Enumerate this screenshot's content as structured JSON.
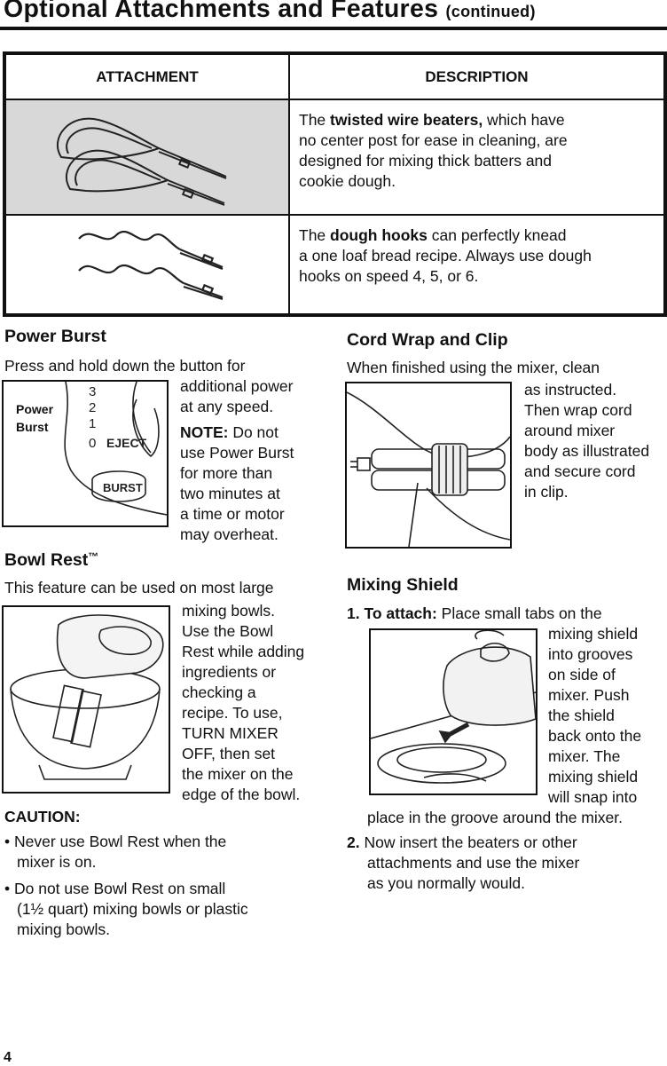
{
  "header": {
    "title": "Optional Attachments and Features",
    "continued": "(continued)"
  },
  "table": {
    "col_attachment": "ATTACHMENT",
    "col_description": "DESCRIPTION",
    "rows": [
      {
        "pre": "The ",
        "bold": "twisted wire beaters,",
        "post": " which have",
        "lines": [
          "no center post for ease in cleaning, are",
          "designed for mixing thick batters and",
          "cookie dough."
        ]
      },
      {
        "pre": "The ",
        "bold": "dough hooks",
        "post": " can perfectly knead",
        "lines": [
          "a one loaf bread recipe. Always use dough",
          "hooks on speed 4, 5, or 6."
        ]
      }
    ]
  },
  "power_burst": {
    "heading": "Power Burst",
    "intro": "Press and hold down the button for",
    "lines": [
      "additional power",
      "at any speed."
    ],
    "note_label": "NOTE:",
    "note_first": " Do not",
    "note_lines": [
      "use Power Burst",
      "for more than",
      "two minutes at",
      "a time or motor",
      "may overheat."
    ],
    "figure": {
      "label1": "Power",
      "label2": "Burst",
      "speeds": [
        "3",
        "2",
        "1",
        "0"
      ],
      "eject": "EJECT",
      "burst": "BURST"
    }
  },
  "bowl_rest": {
    "heading": "Bowl Rest",
    "tm": "™",
    "intro": "This feature can be used on most large",
    "lines": [
      "mixing bowls.",
      "Use the Bowl",
      "Rest while adding",
      "ingredients or",
      "checking a",
      "recipe. To use,",
      "TURN MIXER",
      "OFF, then set",
      "the mixer on the",
      "edge of the bowl."
    ],
    "caution": "CAUTION:",
    "bullets": [
      [
        "• Never use Bowl Rest when the",
        "mixer is on."
      ],
      [
        "• Do not use Bowl Rest on small",
        "(1½ quart) mixing bowls or plastic",
        "mixing bowls."
      ]
    ]
  },
  "cord_wrap": {
    "heading": "Cord Wrap and Clip",
    "intro": "When finished using the mixer, clean",
    "lines": [
      "as instructed.",
      "Then wrap cord",
      "around mixer",
      "body as illustrated",
      "and secure cord",
      "in clip."
    ]
  },
  "mixing_shield": {
    "heading": "Mixing Shield",
    "step1_num": "1.",
    "step1_label": "To attach:",
    "step1_first": " Place small tabs on the",
    "step1_lines": [
      "mixing shield",
      "into grooves",
      "on side of",
      "mixer. Push",
      "the shield",
      "back onto the",
      "mixer. The",
      "mixing shield",
      "will snap into"
    ],
    "step1_last": "place in the groove around the mixer.",
    "step2_num": "2.",
    "step2_lines": [
      "Now insert the beaters or other",
      "attachments and use the mixer",
      "as you normally would."
    ]
  },
  "footer": {
    "page": "4"
  }
}
